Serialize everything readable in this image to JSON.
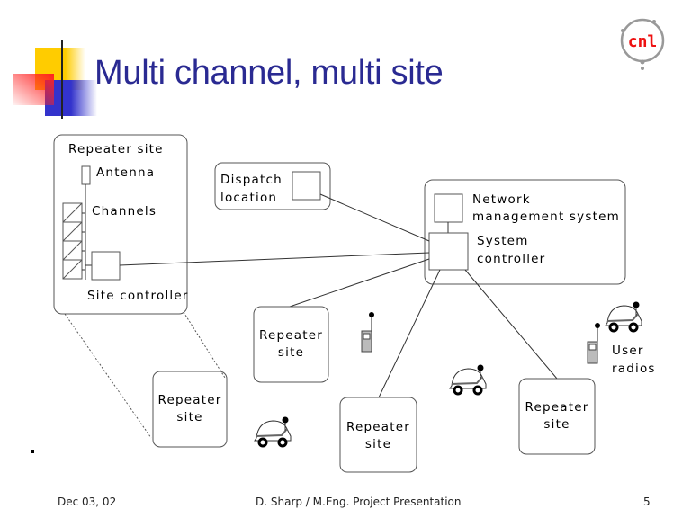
{
  "slide": {
    "title": "Multi channel, multi site",
    "logo_text": "cnl",
    "colors": {
      "title": "#2a2a92",
      "deco_yellow": "#ffcc00",
      "deco_blue": "#3333cc",
      "deco_red": "#ff3333",
      "logo_red": "#ee1111",
      "logo_ring": "#999999"
    }
  },
  "diagram": {
    "main_repeater_site": {
      "title": "Repeater site",
      "antenna_label": "Antenna",
      "channels_label": "Channels",
      "site_controller_label": "Site controller",
      "channel_count": 4
    },
    "dispatch": {
      "line1": "Dispatch",
      "line2": "location"
    },
    "central": {
      "nms_line1": "Network",
      "nms_line2": "management system",
      "controller_line1": "System",
      "controller_line2": "controller"
    },
    "repeater_sites": [
      {
        "line1": "Repeater",
        "line2": "site"
      },
      {
        "line1": "Repeater",
        "line2": "site"
      },
      {
        "line1": "Repeater",
        "line2": "site"
      },
      {
        "line1": "Repeater",
        "line2": "site"
      }
    ],
    "user_radios": {
      "line1": "User",
      "line2": "radios"
    }
  },
  "footer": {
    "date": "Dec 03, 02",
    "center": "D. Sharp / M.Eng. Project Presentation",
    "page": "5"
  }
}
